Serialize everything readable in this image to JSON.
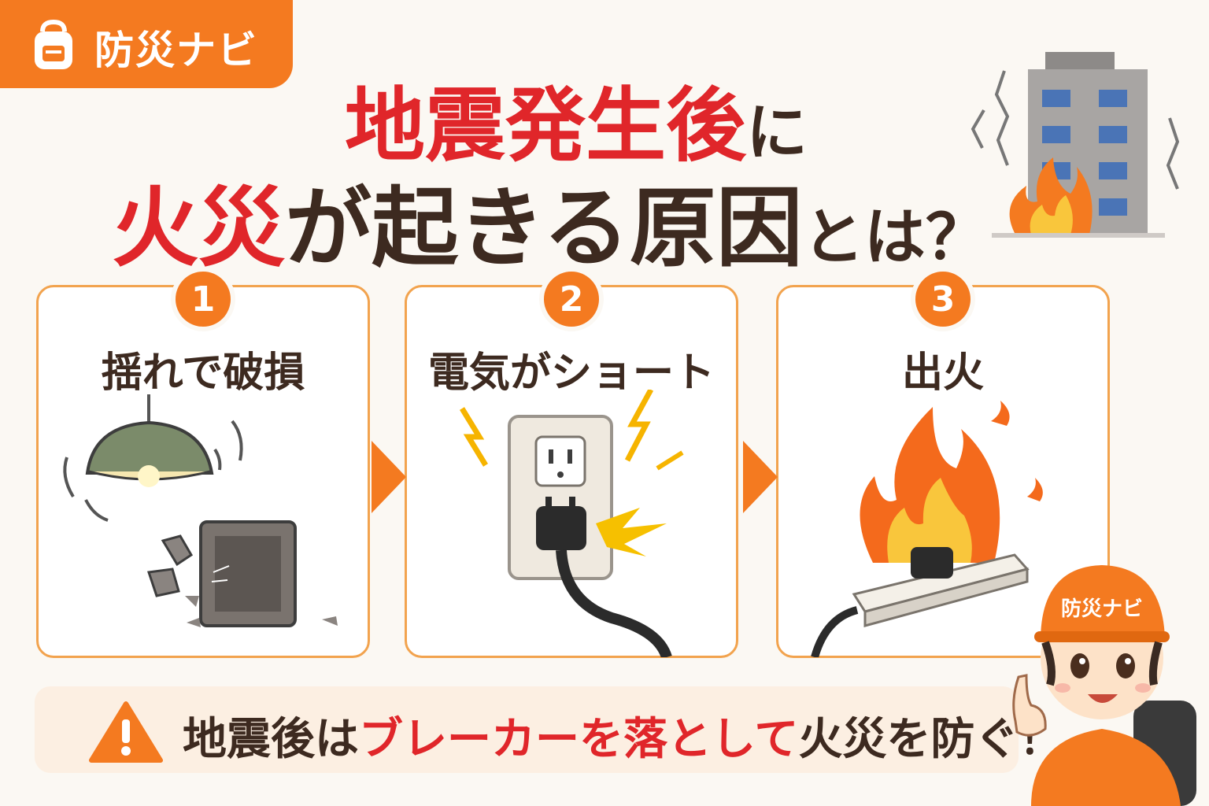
{
  "brand": {
    "name": "防災ナビ",
    "icon": "backpack-icon",
    "color": "#f47a20"
  },
  "title": {
    "line1_highlight": "地震発生後",
    "line1_rest": "に",
    "line2_highlight": "火災",
    "line2_rest": "が起きる原因",
    "line2_tail": "とは？"
  },
  "steps": [
    {
      "number": "1",
      "label": "揺れで破損",
      "icon": "swinging-lamp-icon"
    },
    {
      "number": "2",
      "label": "電気がショート",
      "icon": "outlet-spark-icon"
    },
    {
      "number": "3",
      "label": "出火",
      "icon": "power-strip-fire-icon"
    }
  ],
  "notice": {
    "icon": "warning-icon",
    "text_before": "地震後は",
    "text_highlight": "ブレーカーを落として",
    "text_after": "火災を防ぐ！"
  },
  "character": {
    "helmet_text": "防災ナビ"
  },
  "colors": {
    "accent": "#f47a20",
    "highlight": "#e0262a",
    "text": "#3d2a20"
  }
}
